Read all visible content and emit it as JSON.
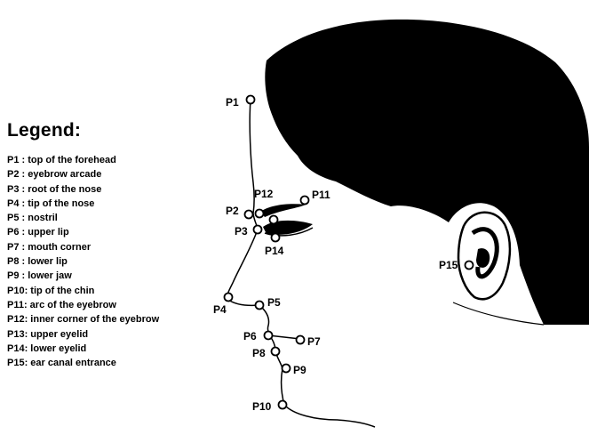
{
  "legend": {
    "title": "Legend:",
    "items": [
      "P1 : top of the forehead",
      "P2 : eyebrow arcade",
      "P3 : root of the nose",
      "P4 : tip of the nose",
      "P5 : nostril",
      "P6 : upper lip",
      "P7 : mouth corner",
      "P8 : lower lip",
      "P9 : lower jaw",
      "P10: tip of the chin",
      "P11: arc of the eyebrow",
      "P12: inner corner of the eyebrow",
      "P13: upper eyelid",
      "P14: lower eyelid",
      "P15: ear canal entrance"
    ]
  },
  "points": [
    {
      "id": "P1",
      "label": "P1"
    },
    {
      "id": "P2",
      "label": "P2"
    },
    {
      "id": "P3",
      "label": "P3"
    },
    {
      "id": "P4",
      "label": "P4"
    },
    {
      "id": "P5",
      "label": "P5"
    },
    {
      "id": "P6",
      "label": "P6"
    },
    {
      "id": "P7",
      "label": "P7"
    },
    {
      "id": "P8",
      "label": "P8"
    },
    {
      "id": "P9",
      "label": "P9"
    },
    {
      "id": "P10",
      "label": "P10"
    },
    {
      "id": "P11",
      "label": "P11"
    },
    {
      "id": "P12",
      "label": "P12"
    },
    {
      "id": "P14",
      "label": "P14"
    },
    {
      "id": "P15",
      "label": "P15"
    }
  ],
  "colors": {
    "ink": "#000000",
    "background": "#ffffff"
  }
}
